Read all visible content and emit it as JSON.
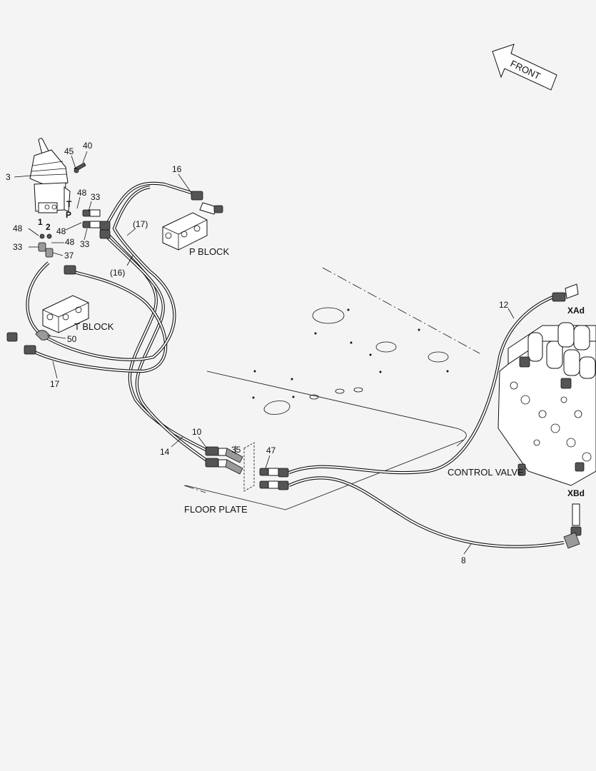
{
  "labels": {
    "front": "FRONT",
    "p_block": "P BLOCK",
    "t_block": "T BLOCK",
    "control_valve": "CONTROL VALVE",
    "floor_plate": "FLOOR PLATE",
    "xad": "XAd",
    "xbd": "XBd",
    "port_t": "T",
    "port_p": "P",
    "port_1": "1",
    "port_2": "2"
  },
  "part_numbers": {
    "n3": "3",
    "n45": "45",
    "n40": "40",
    "n48a": "48",
    "n33a": "33",
    "n48b": "48",
    "n33b": "33",
    "n48c": "48",
    "n48d": "48",
    "n33c": "33",
    "n37": "37",
    "n16": "16",
    "n17ref": "(17)",
    "n16ref": "(16)",
    "n50": "50",
    "n17": "17",
    "n12": "12",
    "n10": "10",
    "n35": "35",
    "n14": "14",
    "n47": "47",
    "n8": "8"
  }
}
